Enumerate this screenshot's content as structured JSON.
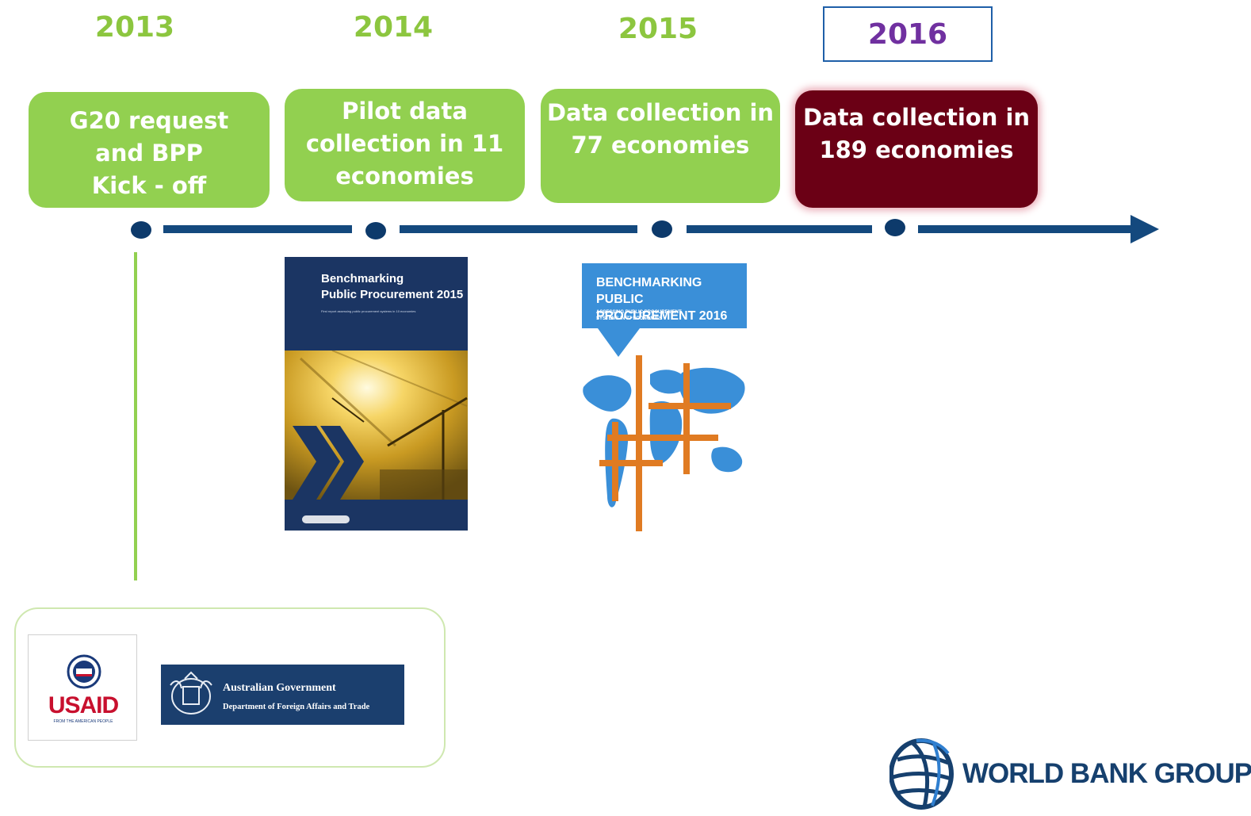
{
  "years": [
    "2013",
    "2014",
    "2015",
    "2016"
  ],
  "milestones": [
    {
      "line1": "G20 request",
      "line2": "and BPP",
      "line3": "Kick - off"
    },
    {
      "line1": "Pilot data",
      "line2": "collection in 11",
      "line3": "economies"
    },
    {
      "line1": "Data collection in",
      "line2": "77 economies",
      "line3": ""
    },
    {
      "line1": "Data collection in",
      "line2": "189 economies",
      "line3": ""
    }
  ],
  "reports": {
    "r2015": {
      "title1": "Benchmarking",
      "title2": "Public Procurement 2015",
      "subtitle": "First report assessing public procurement systems in 10 economies"
    },
    "r2016": {
      "title1": "BENCHMARKING PUBLIC",
      "title2": "PROCUREMENT 2016",
      "subtitle1": "ASSESSING PUBLIC PROCUREMENT",
      "subtitle2": "SYSTEMS IN 77 ECONOMIES"
    }
  },
  "sponsors": {
    "usaid": {
      "name": "USAID",
      "tagline": "FROM THE AMERICAN PEOPLE"
    },
    "australia": {
      "line1": "Australian Government",
      "line2": "Department of Foreign Affairs and Trade"
    }
  },
  "footer_logo": {
    "name": "WORLD BANK GROUP"
  },
  "colors": {
    "green": "#92d050",
    "current": "#6b0015",
    "timeline": "#14497e",
    "year_green": "#8cc63f",
    "year_current": "#7030a0"
  }
}
